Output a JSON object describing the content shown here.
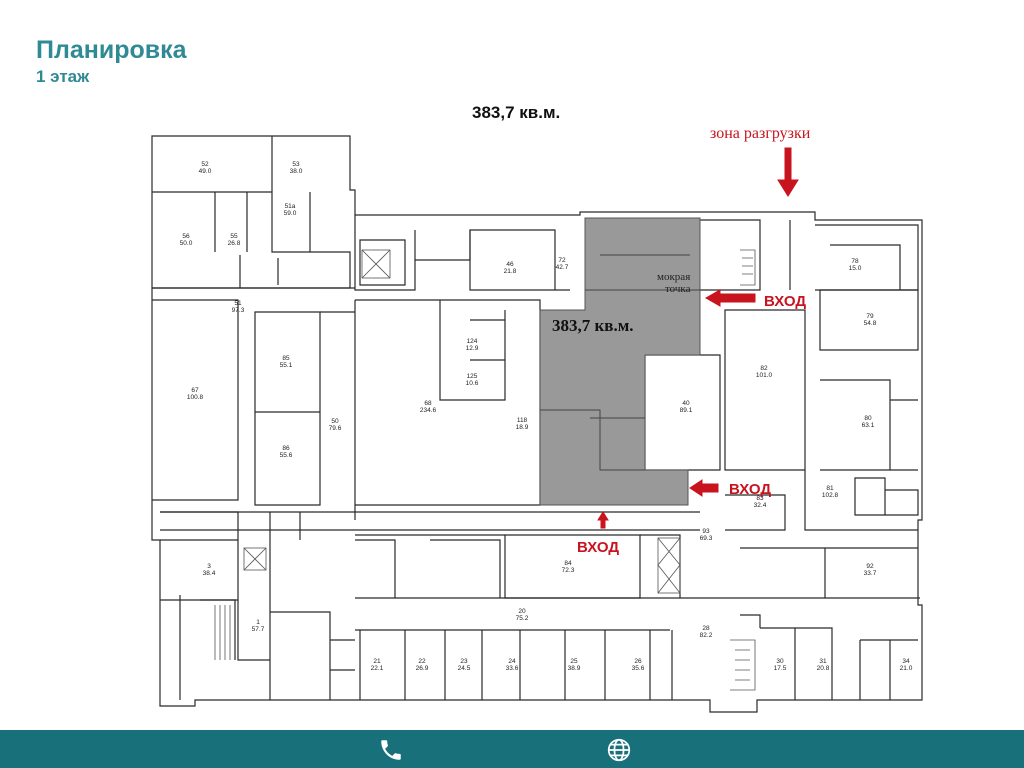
{
  "header": {
    "title": "Планировка",
    "floor": "1 этаж",
    "total_area": "383,7 кв.м."
  },
  "plan": {
    "unloading_zone": "зона разгрузки",
    "wet_point_line1": "мокрая",
    "wet_point_line2": "точка",
    "highlight_area": "383,7 кв.м.",
    "entrance_1": "ВХОД",
    "entrance_2": "ВХОД",
    "entrance_3": "ВХОД",
    "rooms": [
      {
        "id": "52",
        "area": "49.0"
      },
      {
        "id": "53",
        "area": "38.0"
      },
      {
        "id": "51а",
        "area": "59.0"
      },
      {
        "id": "56",
        "area": "50.0"
      },
      {
        "id": "55",
        "area": "26.8"
      },
      {
        "id": "51",
        "area": "97.3"
      },
      {
        "id": "67",
        "area": "100.8"
      },
      {
        "id": "85",
        "area": "55.1"
      },
      {
        "id": "86",
        "area": "55.6"
      },
      {
        "id": "50",
        "area": "79.6"
      },
      {
        "id": "68",
        "area": "234.6"
      },
      {
        "id": "46",
        "area": "21.8"
      },
      {
        "id": "72",
        "area": "42.7"
      },
      {
        "id": "40",
        "area": "89.1"
      },
      {
        "id": "82",
        "area": "101.0"
      },
      {
        "id": "79",
        "area": "54.8"
      },
      {
        "id": "78",
        "area": "15.0"
      },
      {
        "id": "80",
        "area": "63.1"
      },
      {
        "id": "81",
        "area": "102.8"
      },
      {
        "id": "83",
        "area": "32.4"
      },
      {
        "id": "93",
        "area": "69.3"
      },
      {
        "id": "84",
        "area": "72.3"
      },
      {
        "id": "20",
        "area": "75.2"
      },
      {
        "id": "28",
        "area": "82.2"
      },
      {
        "id": "92",
        "area": "33.7"
      },
      {
        "id": "1",
        "area": "57.7"
      },
      {
        "id": "3",
        "area": "38.4"
      },
      {
        "id": "21",
        "area": "22.1"
      },
      {
        "id": "22",
        "area": "26.9"
      },
      {
        "id": "23",
        "area": "24.5"
      },
      {
        "id": "24",
        "area": "33.6"
      },
      {
        "id": "25",
        "area": "38.9"
      },
      {
        "id": "26",
        "area": "35.6"
      },
      {
        "id": "30",
        "area": "17.5"
      },
      {
        "id": "31",
        "area": "20.8"
      },
      {
        "id": "34",
        "area": "21.0"
      },
      {
        "id": "124",
        "area": "12.9"
      },
      {
        "id": "125",
        "area": "10.6"
      },
      {
        "id": "118",
        "area": "18.9"
      }
    ]
  },
  "footer": {
    "bg_color": "#17707a",
    "icons": [
      "phone-icon",
      "globe-icon"
    ]
  },
  "colors": {
    "title": "#2f8a94",
    "highlight_fill": "#999999",
    "entrance_red": "#c8141e"
  }
}
